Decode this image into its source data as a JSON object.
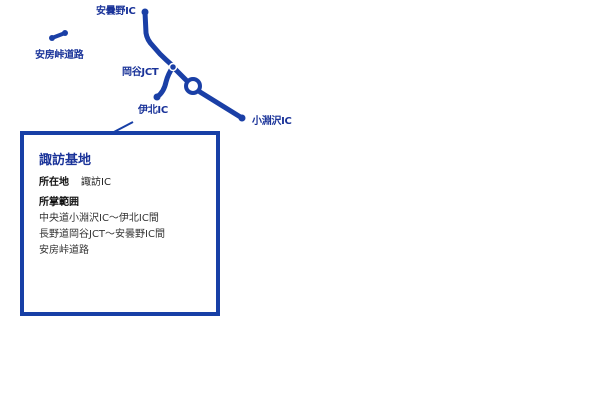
{
  "colors": {
    "road": "#1a3fa6",
    "label": "#1a3399",
    "box_border": "#173fa6",
    "text": "#222222"
  },
  "map": {
    "labels": {
      "azumino_ic": "安曇野IC",
      "okaya_jct": "岡谷JCT",
      "ihoku_ic": "伊北IC",
      "kobuchizawa_ic": "小淵沢IC",
      "abo_toge": "安房峠道路"
    },
    "icons": {
      "interchange": "dot-icon",
      "junction_loop": "circle-icon"
    }
  },
  "info": {
    "title": "諏訪基地",
    "location_label": "所在地",
    "location_value": "諏訪IC",
    "range_label": "所掌範囲",
    "ranges": [
      "中央道小淵沢IC～伊北IC間",
      "長野道岡谷JCT～安曇野IC間",
      "安房峠道路"
    ]
  }
}
